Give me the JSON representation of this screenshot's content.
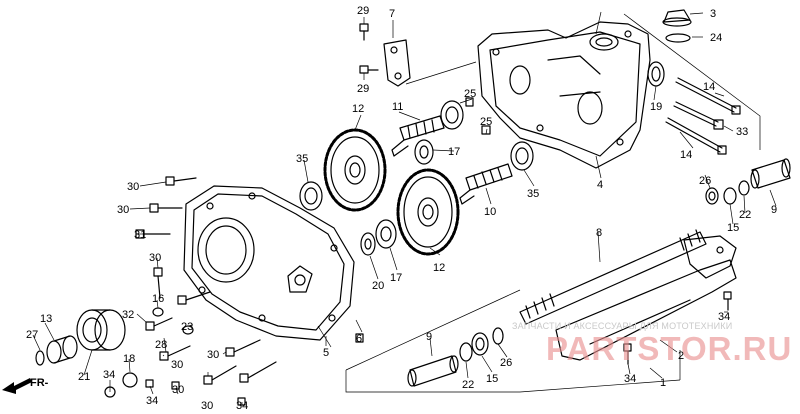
{
  "direction_label": "FR-",
  "watermark": {
    "caption": "ЗАПЧАСТИ И АКСЕССУАРЫ ДЛЯ МОТОТЕХНИКИ",
    "brand": "PARTSTOR.RU"
  },
  "callouts": {
    "c1": "1",
    "c2": "2",
    "c3": "3",
    "c4": "4",
    "c5": "5",
    "c6": "6",
    "c7": "7",
    "c8": "8",
    "c9a": "9",
    "c9b": "9",
    "c10": "10",
    "c11": "11",
    "c12a": "12",
    "c12b": "12",
    "c13": "13",
    "c14a": "14",
    "c14b": "14",
    "c15a": "15",
    "c15b": "15",
    "c16": "16",
    "c17a": "17",
    "c17b": "17",
    "c18": "18",
    "c19": "19",
    "c20": "20",
    "c21": "21",
    "c22a": "22",
    "c22b": "22",
    "c23": "23",
    "c24": "24",
    "c25a": "25",
    "c25b": "25",
    "c26a": "26",
    "c26b": "26",
    "c27": "27",
    "c28": "28",
    "c29a": "29",
    "c29b": "29",
    "c30a": "30",
    "c30b": "30",
    "c30c": "30",
    "c30d": "30",
    "c30e": "30",
    "c30f": "30",
    "c30g": "30",
    "c31": "31",
    "c32": "32",
    "c33": "33",
    "c34a": "34",
    "c34b": "34",
    "c34c": "34",
    "c34d": "34",
    "c35a": "35",
    "c35b": "35"
  },
  "colors": {
    "line": "#000000",
    "watermark_brand": "#e98e8e",
    "watermark_caption": "#c9c9c9"
  }
}
